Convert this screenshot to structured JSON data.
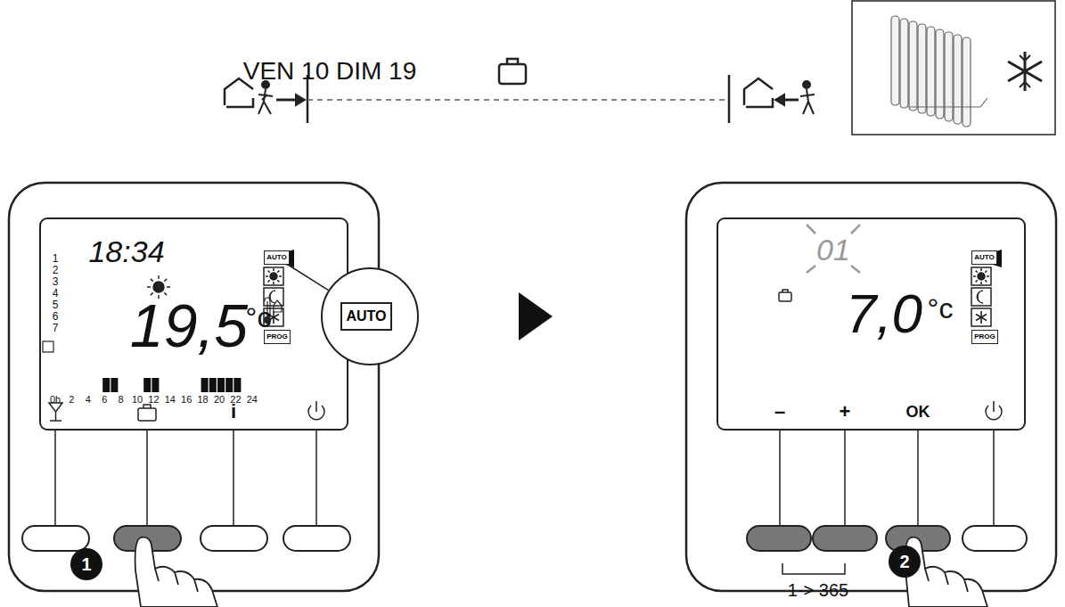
{
  "diagram": {
    "nodes": [
      {
        "text": [
          "AUTO"
        ]
      },
      {
        "text": [
          "PROG"
        ]
      },
      {
        "text": [
          "AUTO"
        ]
      },
      {
        "text": [
          "AUTO"
        ]
      },
      {
        "text": [
          "PROG"
        ]
      },
      {
        "text": [
          "1"
        ]
      },
      {
        "text": [
          "2"
        ]
      }
    ],
    "edges": [
      {
        "from": 0,
        "to": 2,
        "arrow": "none"
      }
    ],
    "labels": [
      "VEN 10 DIM 19",
      "18:34",
      "1",
      "2",
      "3",
      "4",
      "5",
      "6",
      "7",
      "19,5",
      "°c",
      "0h",
      "2",
      "4",
      "6",
      "8",
      "10",
      "12",
      "14",
      "16",
      "18",
      "20",
      "22",
      "24",
      "i",
      "01",
      "7,0",
      "°c",
      "–",
      "+",
      "OK",
      "1-> 365"
    ]
  }
}
